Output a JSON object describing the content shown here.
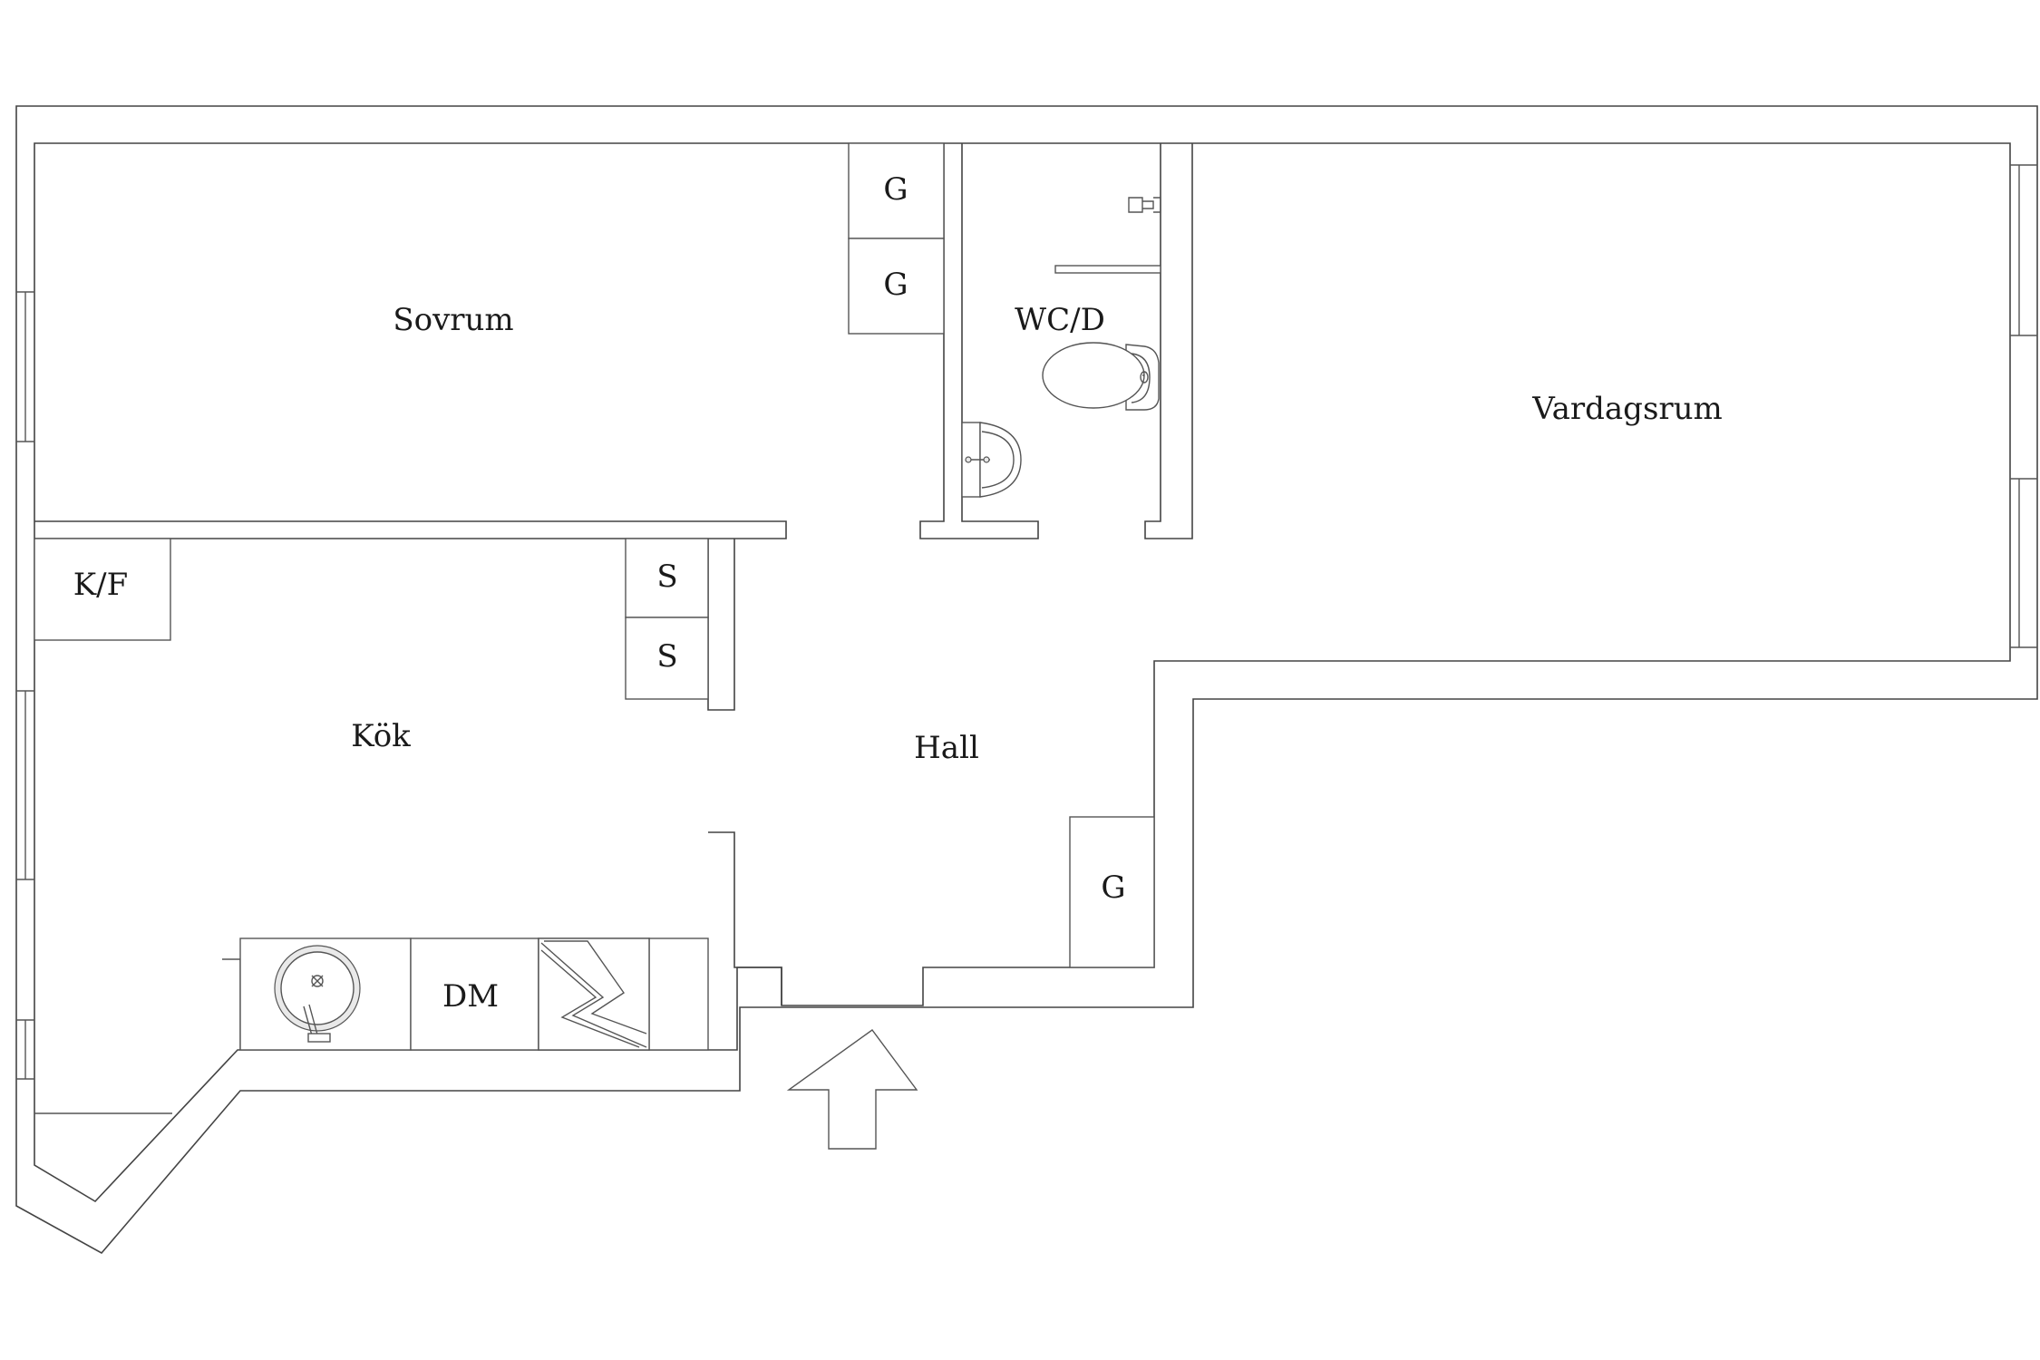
{
  "rooms": {
    "sovrum": "Sovrum",
    "vardagsrum": "Vardagsrum",
    "wc": "WC/D",
    "kok": "Kök",
    "hall": "Hall"
  },
  "fixtures": {
    "wardrobe": "G",
    "storage": "S",
    "fridge": "K/F",
    "dishwasher": "DM"
  },
  "colors": {
    "wall": "#444444",
    "background": "#ffffff"
  }
}
